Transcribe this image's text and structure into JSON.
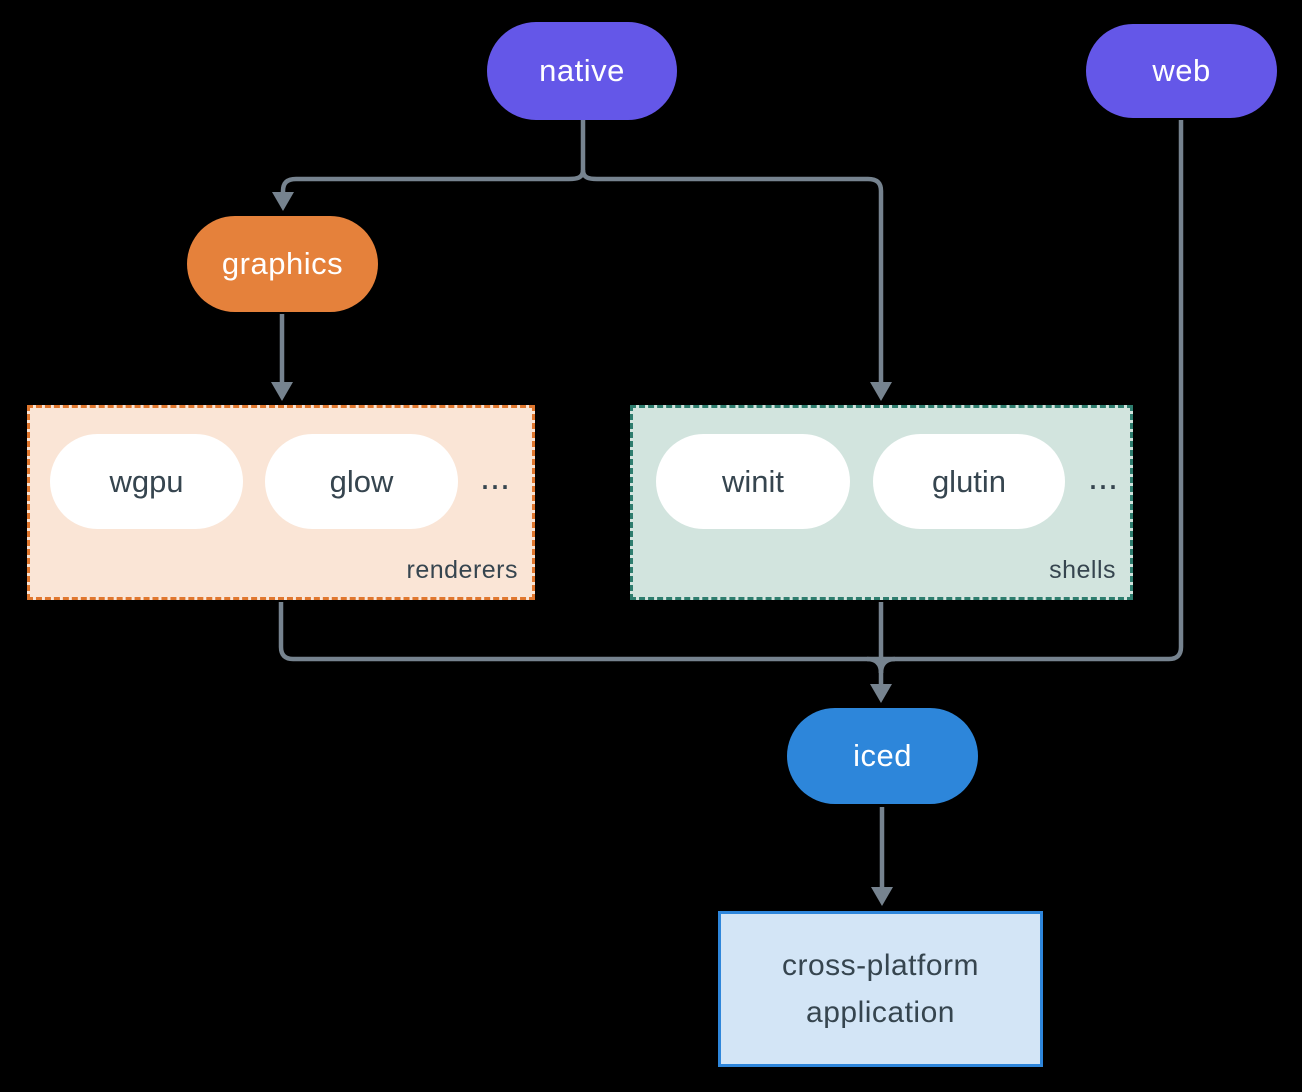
{
  "diagram": {
    "nodes": {
      "native": {
        "label": "native"
      },
      "web": {
        "label": "web"
      },
      "graphics": {
        "label": "graphics"
      },
      "iced": {
        "label": "iced"
      },
      "app": {
        "label_line1": "cross-platform",
        "label_line2": "application"
      }
    },
    "groups": {
      "renderers": {
        "label": "renderers",
        "items": [
          "wgpu",
          "glow"
        ],
        "more": "..."
      },
      "shells": {
        "label": "shells",
        "items": [
          "winit",
          "glutin"
        ],
        "more": "..."
      }
    },
    "edges": [
      "native -> graphics",
      "native -> shells",
      "graphics -> renderers",
      "renderers -> iced",
      "shells -> iced",
      "web -> iced",
      "iced -> cross-platform application"
    ]
  },
  "colors": {
    "purple": "#6457e8",
    "orange": "#e5813b",
    "orange-border": "#e0772e",
    "peach-fill": "#fae5d6",
    "teal-border": "#2e7d6e",
    "teal-fill": "#d2e4de",
    "blue": "#2d86da",
    "blue-border": "#2e86db",
    "app-fill": "#d3e5f6",
    "line": "#76838f",
    "slate": "#36454f"
  }
}
